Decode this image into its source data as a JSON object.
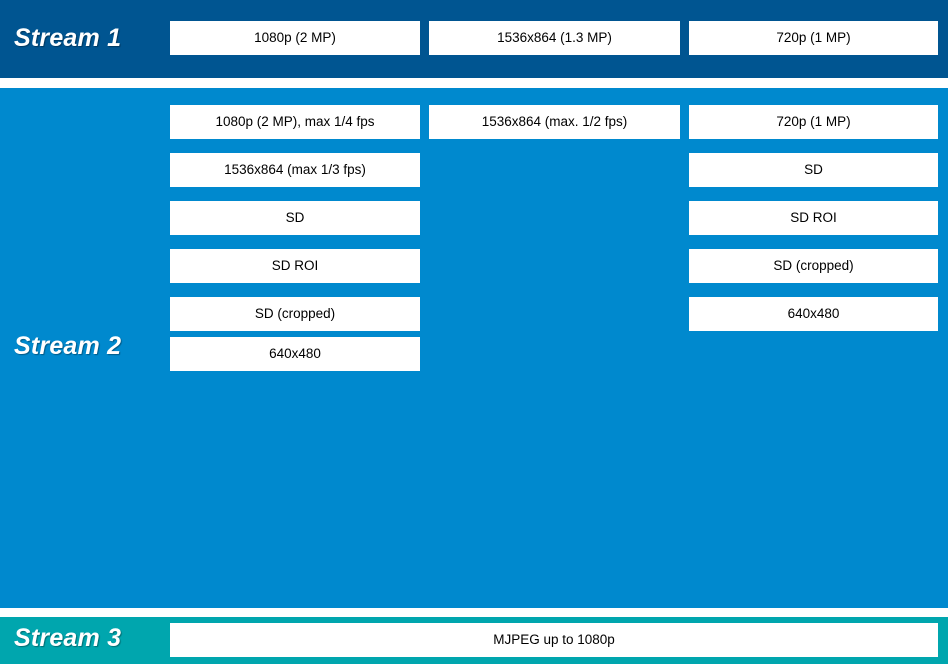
{
  "colors": {
    "stream1_band": "#005591",
    "stream2_band": "#0089CE",
    "stream3_band": "#00A6AE",
    "cell_background": "#FFFFFF",
    "cell_text": "#000000",
    "label_text": "#FFFFFF",
    "page_background": "#FFFFFF"
  },
  "streams": [
    {
      "label": "Stream 1",
      "columns": [
        {
          "cells": [
            "1080p (2 MP)"
          ]
        },
        {
          "cells": [
            "1536x864 (1.3 MP)"
          ]
        },
        {
          "cells": [
            "720p (1 MP)"
          ]
        }
      ]
    },
    {
      "label": "Stream 2",
      "columns": [
        {
          "cells": [
            "1080p (2 MP), max 1/4 fps",
            "1536x864 (max 1/3 fps)",
            "SD",
            "SD ROI",
            "SD (cropped)",
            "640x480"
          ]
        },
        {
          "cells": [
            "1536x864 (max. 1/2 fps)"
          ]
        },
        {
          "cells": [
            "720p (1 MP)",
            "SD",
            "SD ROI",
            "SD (cropped)",
            "640x480"
          ]
        }
      ]
    },
    {
      "label": "Stream 3",
      "columns": [
        {
          "cells": [
            "MJPEG up to 1080p"
          ]
        }
      ]
    }
  ]
}
